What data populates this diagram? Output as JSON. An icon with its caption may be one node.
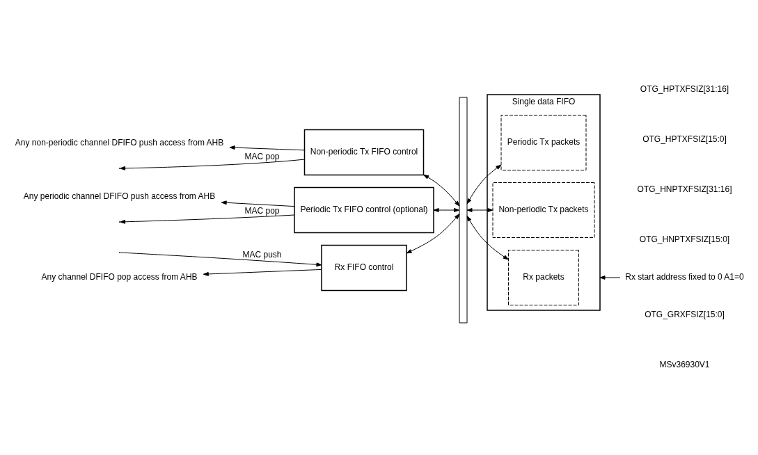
{
  "diagram": {
    "nodes": [
      {
        "text": [
          "Any periodic channel DFIFO push access from AHB"
        ]
      },
      {
        "text": [
          "Periodic Tx FIFO control (optional)"
        ]
      },
      {
        "text": [
          "Any non-periodic channel DFIFO push access from AHB"
        ]
      },
      {
        "text": [
          "Non-periodic Tx FIFO control"
        ]
      },
      {
        "text": [
          "Any channel DFIFO pop access from AHB"
        ]
      },
      {
        "text": [
          "Rx FIFO control"
        ]
      },
      {
        "text": [],
        "shape": "bar"
      },
      {
        "text": [
          "Single data FIFO"
        ]
      },
      {
        "text": [
          "Periodic Tx packets"
        ],
        "in": 7
      },
      {
        "text": [
          "Non-periodic Tx packets"
        ],
        "in": 7
      },
      {
        "text": [
          "Rx packets"
        ],
        "in": 7
      },
      {
        "text": [
          "Rx start address fixed to 0 A1=0"
        ]
      }
    ],
    "edges": [
      {
        "from": 1,
        "to": 0,
        "arrow": "to"
      },
      {
        "from": 1,
        "to": null,
        "arrow": "to",
        "label": "MAC pop"
      },
      {
        "from": 6,
        "to": 1,
        "arrow": "both"
      },
      {
        "from": 8,
        "to": 6,
        "arrow": "both"
      },
      {
        "from": 3,
        "to": 2,
        "arrow": "to"
      },
      {
        "from": 3,
        "to": null,
        "arrow": "to",
        "label": "MAC pop"
      },
      {
        "from": 6,
        "to": 3,
        "arrow": "both"
      },
      {
        "from": 9,
        "to": 6,
        "arrow": "both"
      },
      {
        "from": 5,
        "to": 4,
        "arrow": "to"
      },
      {
        "from": null,
        "to": 5,
        "arrow": "to",
        "label": "MAC push"
      },
      {
        "from": 6,
        "to": 5,
        "arrow": "both"
      },
      {
        "from": 10,
        "to": 6,
        "arrow": "both"
      },
      {
        "from": 11,
        "to": 7,
        "arrow": "to"
      }
    ],
    "labels": [
      "OTG_HPTXFSIZ[31:16]",
      "OTG_HPTXFSIZ[15:0]",
      "OTG_HNPTXFSIZ[31:16]",
      "OTG_HNPTXFSIZ[15:0]",
      "OTG_GRXFSIZ[15:0]",
      "MSv36930V1"
    ]
  }
}
